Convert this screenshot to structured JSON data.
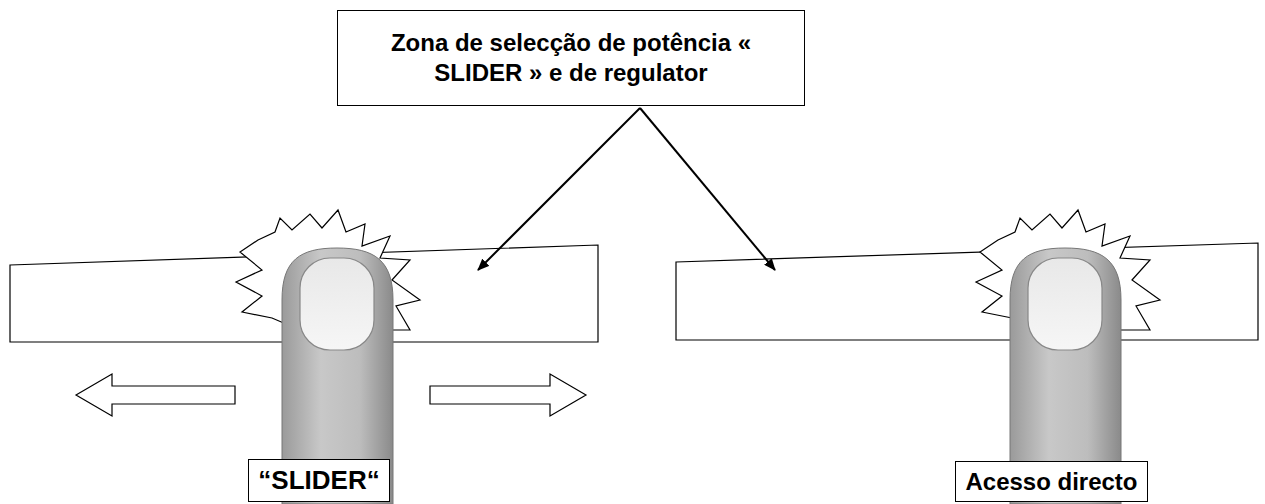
{
  "diagram": {
    "nodes": [
      {
        "text": [
          "Zona de selecção de potência « SLIDER » e de regulator"
        ]
      },
      {
        "text": [
          "“SLIDER“"
        ]
      },
      {
        "text": [
          "Acesso directo"
        ]
      }
    ]
  }
}
